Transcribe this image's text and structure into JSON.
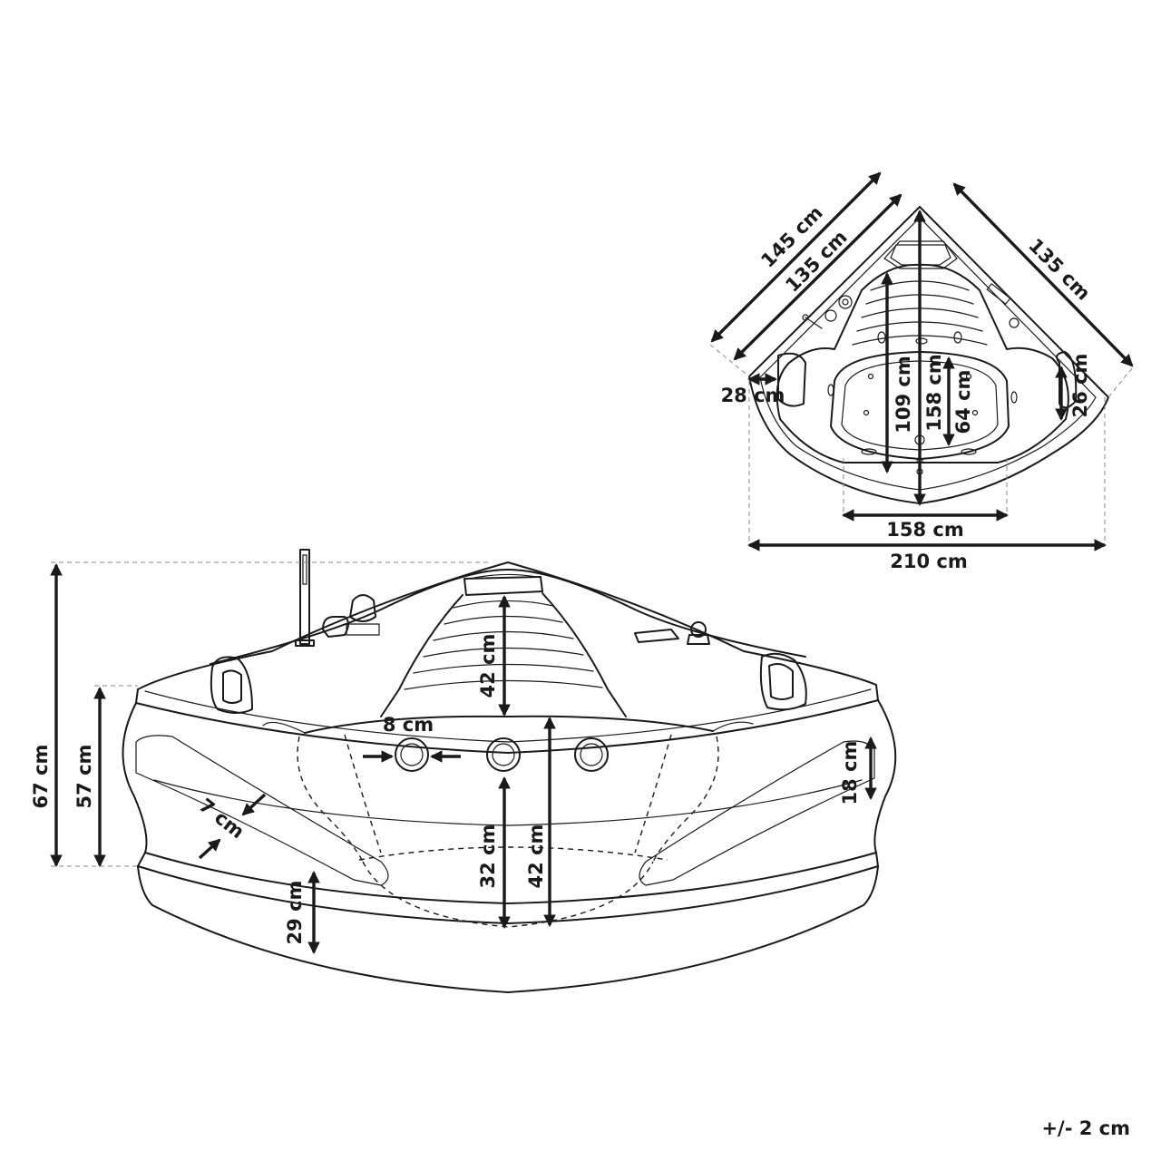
{
  "top_view": {
    "dimensions": [
      {
        "id": "diag-145",
        "label": "145 cm"
      },
      {
        "id": "diag-135-left",
        "label": "135 cm"
      },
      {
        "id": "diag-135-right",
        "label": "135 cm"
      },
      {
        "id": "depth-109",
        "label": "109 cm"
      },
      {
        "id": "depth-158",
        "label": "158 cm"
      },
      {
        "id": "width-64",
        "label": "64 cm"
      },
      {
        "id": "seat-28",
        "label": "28 cm"
      },
      {
        "id": "armrest-26",
        "label": "26 cm"
      },
      {
        "id": "width-158",
        "label": "158 cm"
      },
      {
        "id": "width-210",
        "label": "210 cm"
      }
    ]
  },
  "front_view": {
    "dimensions": [
      {
        "id": "height-67",
        "label": "67 cm"
      },
      {
        "id": "height-57",
        "label": "57 cm"
      },
      {
        "id": "backrest-42",
        "label": "42 cm"
      },
      {
        "id": "jet-8",
        "label": "8 cm"
      },
      {
        "id": "inner-32",
        "label": "32 cm"
      },
      {
        "id": "inner-42",
        "label": "42 cm"
      },
      {
        "id": "panel-7",
        "label": "7 cm"
      },
      {
        "id": "plinth-29",
        "label": "29 cm"
      },
      {
        "id": "side-18",
        "label": "18 cm"
      }
    ]
  },
  "tolerance": "+/- 2 cm",
  "colors": {
    "line": "#1a1a1a",
    "guide": "#8a8a8a",
    "background": "#ffffff"
  }
}
